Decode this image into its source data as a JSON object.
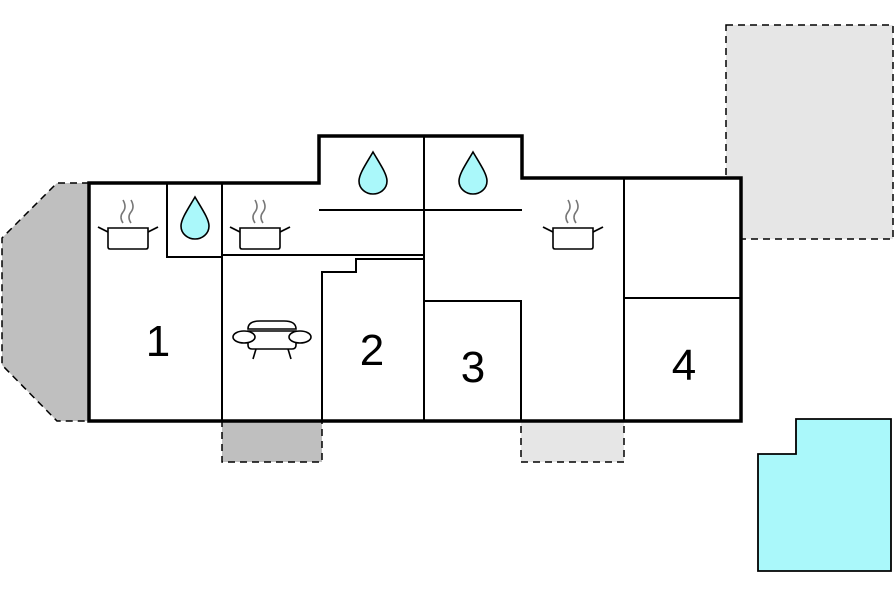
{
  "colors": {
    "outline": "#000000",
    "terrace_dark": "#bfbfbf",
    "terrace_light": "#e6e6e6",
    "water": "#aaf8fa",
    "background": "#ffffff"
  },
  "rooms": [
    {
      "label": "1",
      "kind": "room"
    },
    {
      "label": "2",
      "kind": "room"
    },
    {
      "label": "3",
      "kind": "room"
    },
    {
      "label": "4",
      "kind": "room"
    }
  ],
  "icons": {
    "kitchens": [
      "pot-steam-icon",
      "pot-steam-icon",
      "pot-steam-icon"
    ],
    "bathrooms": [
      "water-drop-icon",
      "water-drop-icon",
      "water-drop-icon"
    ],
    "living": [
      "sofa-icon"
    ]
  },
  "features": {
    "pool": "pool",
    "terraces": [
      "terrace-west",
      "terrace-south-1",
      "terrace-south-2",
      "terrace-northeast"
    ]
  }
}
